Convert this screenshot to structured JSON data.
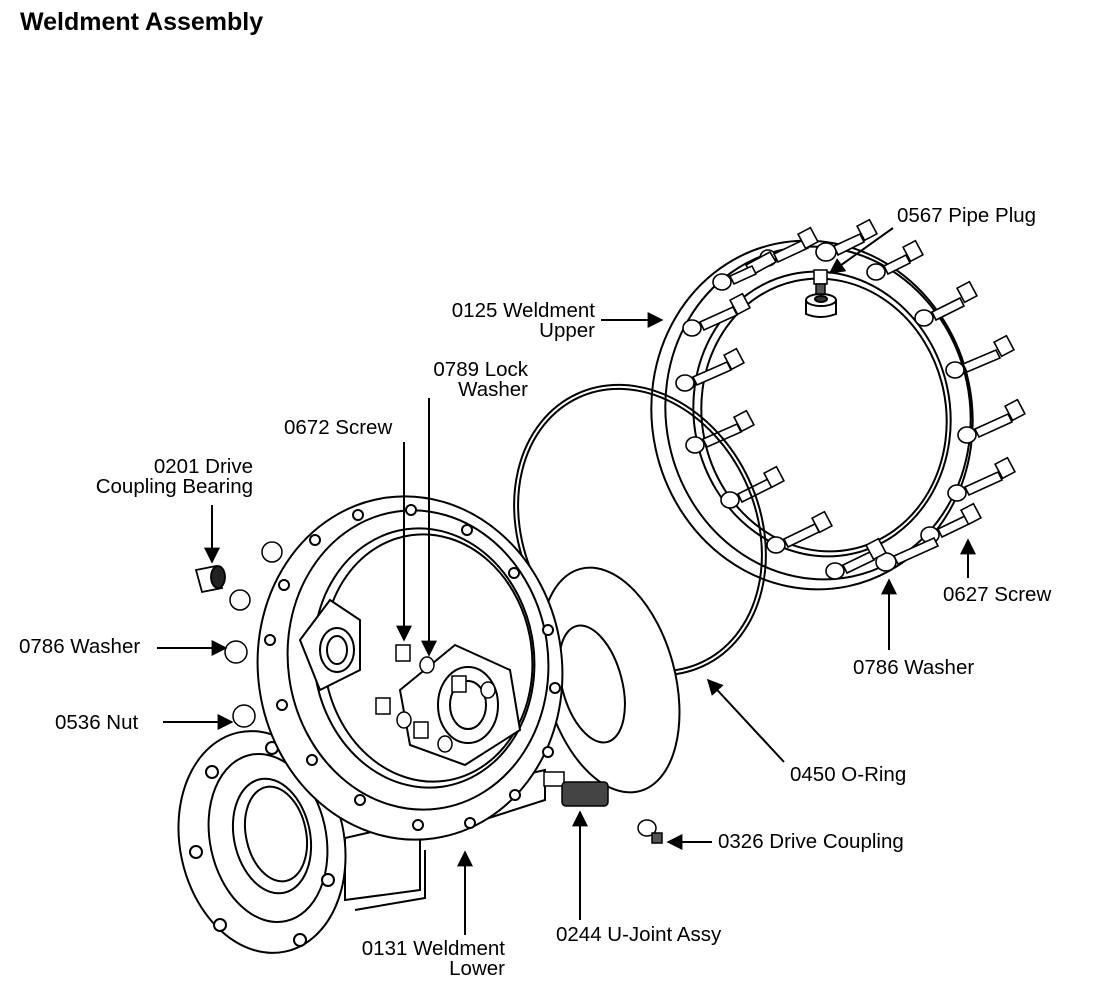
{
  "title": "Weldment Assembly",
  "labels": {
    "pipe_plug": "0567 Pipe Plug",
    "weldment_upper_1": "0125 Weldment",
    "weldment_upper_2": "Upper",
    "lock_washer_1": "0789 Lock",
    "lock_washer_2": "Washer",
    "screw_0672": "0672 Screw",
    "drive_coupling_bearing_1": "0201 Drive",
    "drive_coupling_bearing_2": "Coupling Bearing",
    "washer_left": "0786 Washer",
    "nut": "0536 Nut",
    "screw_0627": "0627 Screw",
    "washer_right": "0786 Washer",
    "o_ring": "0450 O-Ring",
    "drive_coupling": "0326 Drive Coupling",
    "u_joint": "0244 U-Joint Assy",
    "weldment_lower_1": "0131 Weldment",
    "weldment_lower_2": "Lower"
  }
}
